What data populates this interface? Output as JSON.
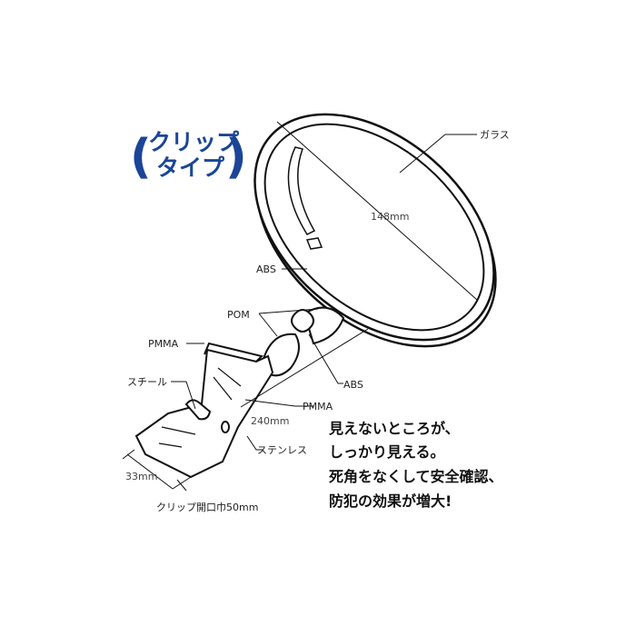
{
  "title": {
    "line1": "クリップ",
    "line2": "タイプ",
    "open_paren": "(",
    "close_paren": ")"
  },
  "labels": {
    "glass": "ガラス",
    "diameter": "148mm",
    "abs_frame": "ABS",
    "pom": "POM",
    "pmma_top": "PMMA",
    "abs_joint": "ABS",
    "steel": "スチール",
    "pmma_bottom": "PMMA",
    "length": "240mm",
    "stainless": "ステンレス",
    "width": "33mm",
    "clip_opening": "クリップ開口巾50mm"
  },
  "tagline": [
    "見えないところが、",
    "しっかり見える。",
    "死角をなくして安全確認、",
    "防犯の効果が増大!"
  ],
  "colors": {
    "accent": "#1b4597"
  }
}
